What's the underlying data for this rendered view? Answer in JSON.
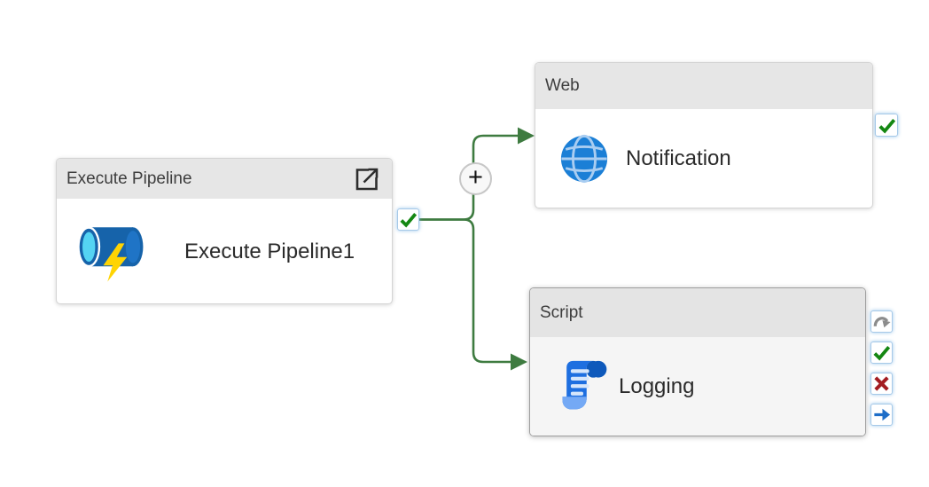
{
  "canvas": {
    "background": "#ffffff",
    "kind": "pipeline-designer-canvas"
  },
  "nodes": {
    "execute_pipeline": {
      "type_label": "Execute Pipeline",
      "name": "Execute Pipeline1",
      "icon": "execute-pipeline-icon",
      "header_icon": "open-pipeline-icon",
      "ports": [
        "success"
      ]
    },
    "web": {
      "type_label": "Web",
      "name": "Notification",
      "icon": "globe-icon",
      "ports": [
        "success"
      ]
    },
    "script": {
      "type_label": "Script",
      "name": "Logging",
      "icon": "scroll-icon",
      "ports": [
        "skip",
        "success",
        "fail",
        "completion"
      ]
    }
  },
  "connector": {
    "add_label": "+",
    "edges": [
      {
        "from": "Execute Pipeline1 (success)",
        "to": "Notification"
      },
      {
        "from": "Execute Pipeline1 (success)",
        "to": "Logging"
      }
    ]
  },
  "colors": {
    "edge_green": "#3e7b40",
    "success_check": "#148712",
    "fail_red": "#a31d22",
    "completion_blue": "#1e6ec8",
    "skip_gray": "#8c8c8c",
    "node_header_gray": "#e6e6e6",
    "node_border": "#d4d4d4",
    "selected_border": "#9e9e9e",
    "pipeline_blue": "#1663aa",
    "pipeline_cyan": "#54d4f3",
    "bolt_yellow": "#ffd403",
    "globe_blue": "#1b7fd6",
    "scroll_blue": "#1e6fe0"
  }
}
